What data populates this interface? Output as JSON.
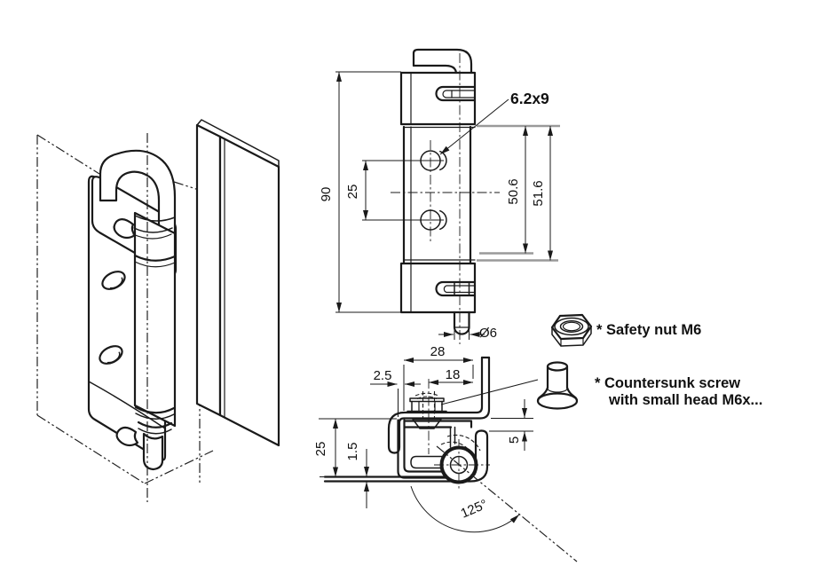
{
  "front_view": {
    "labels": {
      "height": "90",
      "hole_spacing": "25",
      "dim_inner": "50.6",
      "dim_outer": "51.6",
      "hole_size": "6.2x9",
      "pin_diameter": "Ø6"
    }
  },
  "section_view": {
    "labels": {
      "width": "28",
      "screw_offset": "18",
      "wall": "2.5",
      "depth": "25",
      "sheet_thickness": "1.5",
      "clearance": "5",
      "opening_angle": "125°"
    }
  },
  "legend": {
    "items": [
      {
        "label": "* Safety nut M6"
      },
      {
        "line1": "* Countersunk screw",
        "line2": "with small head M6x..."
      }
    ]
  },
  "colors": {
    "line": "#1a1a1a",
    "extension": "#9a9a9a",
    "background": "#ffffff"
  }
}
